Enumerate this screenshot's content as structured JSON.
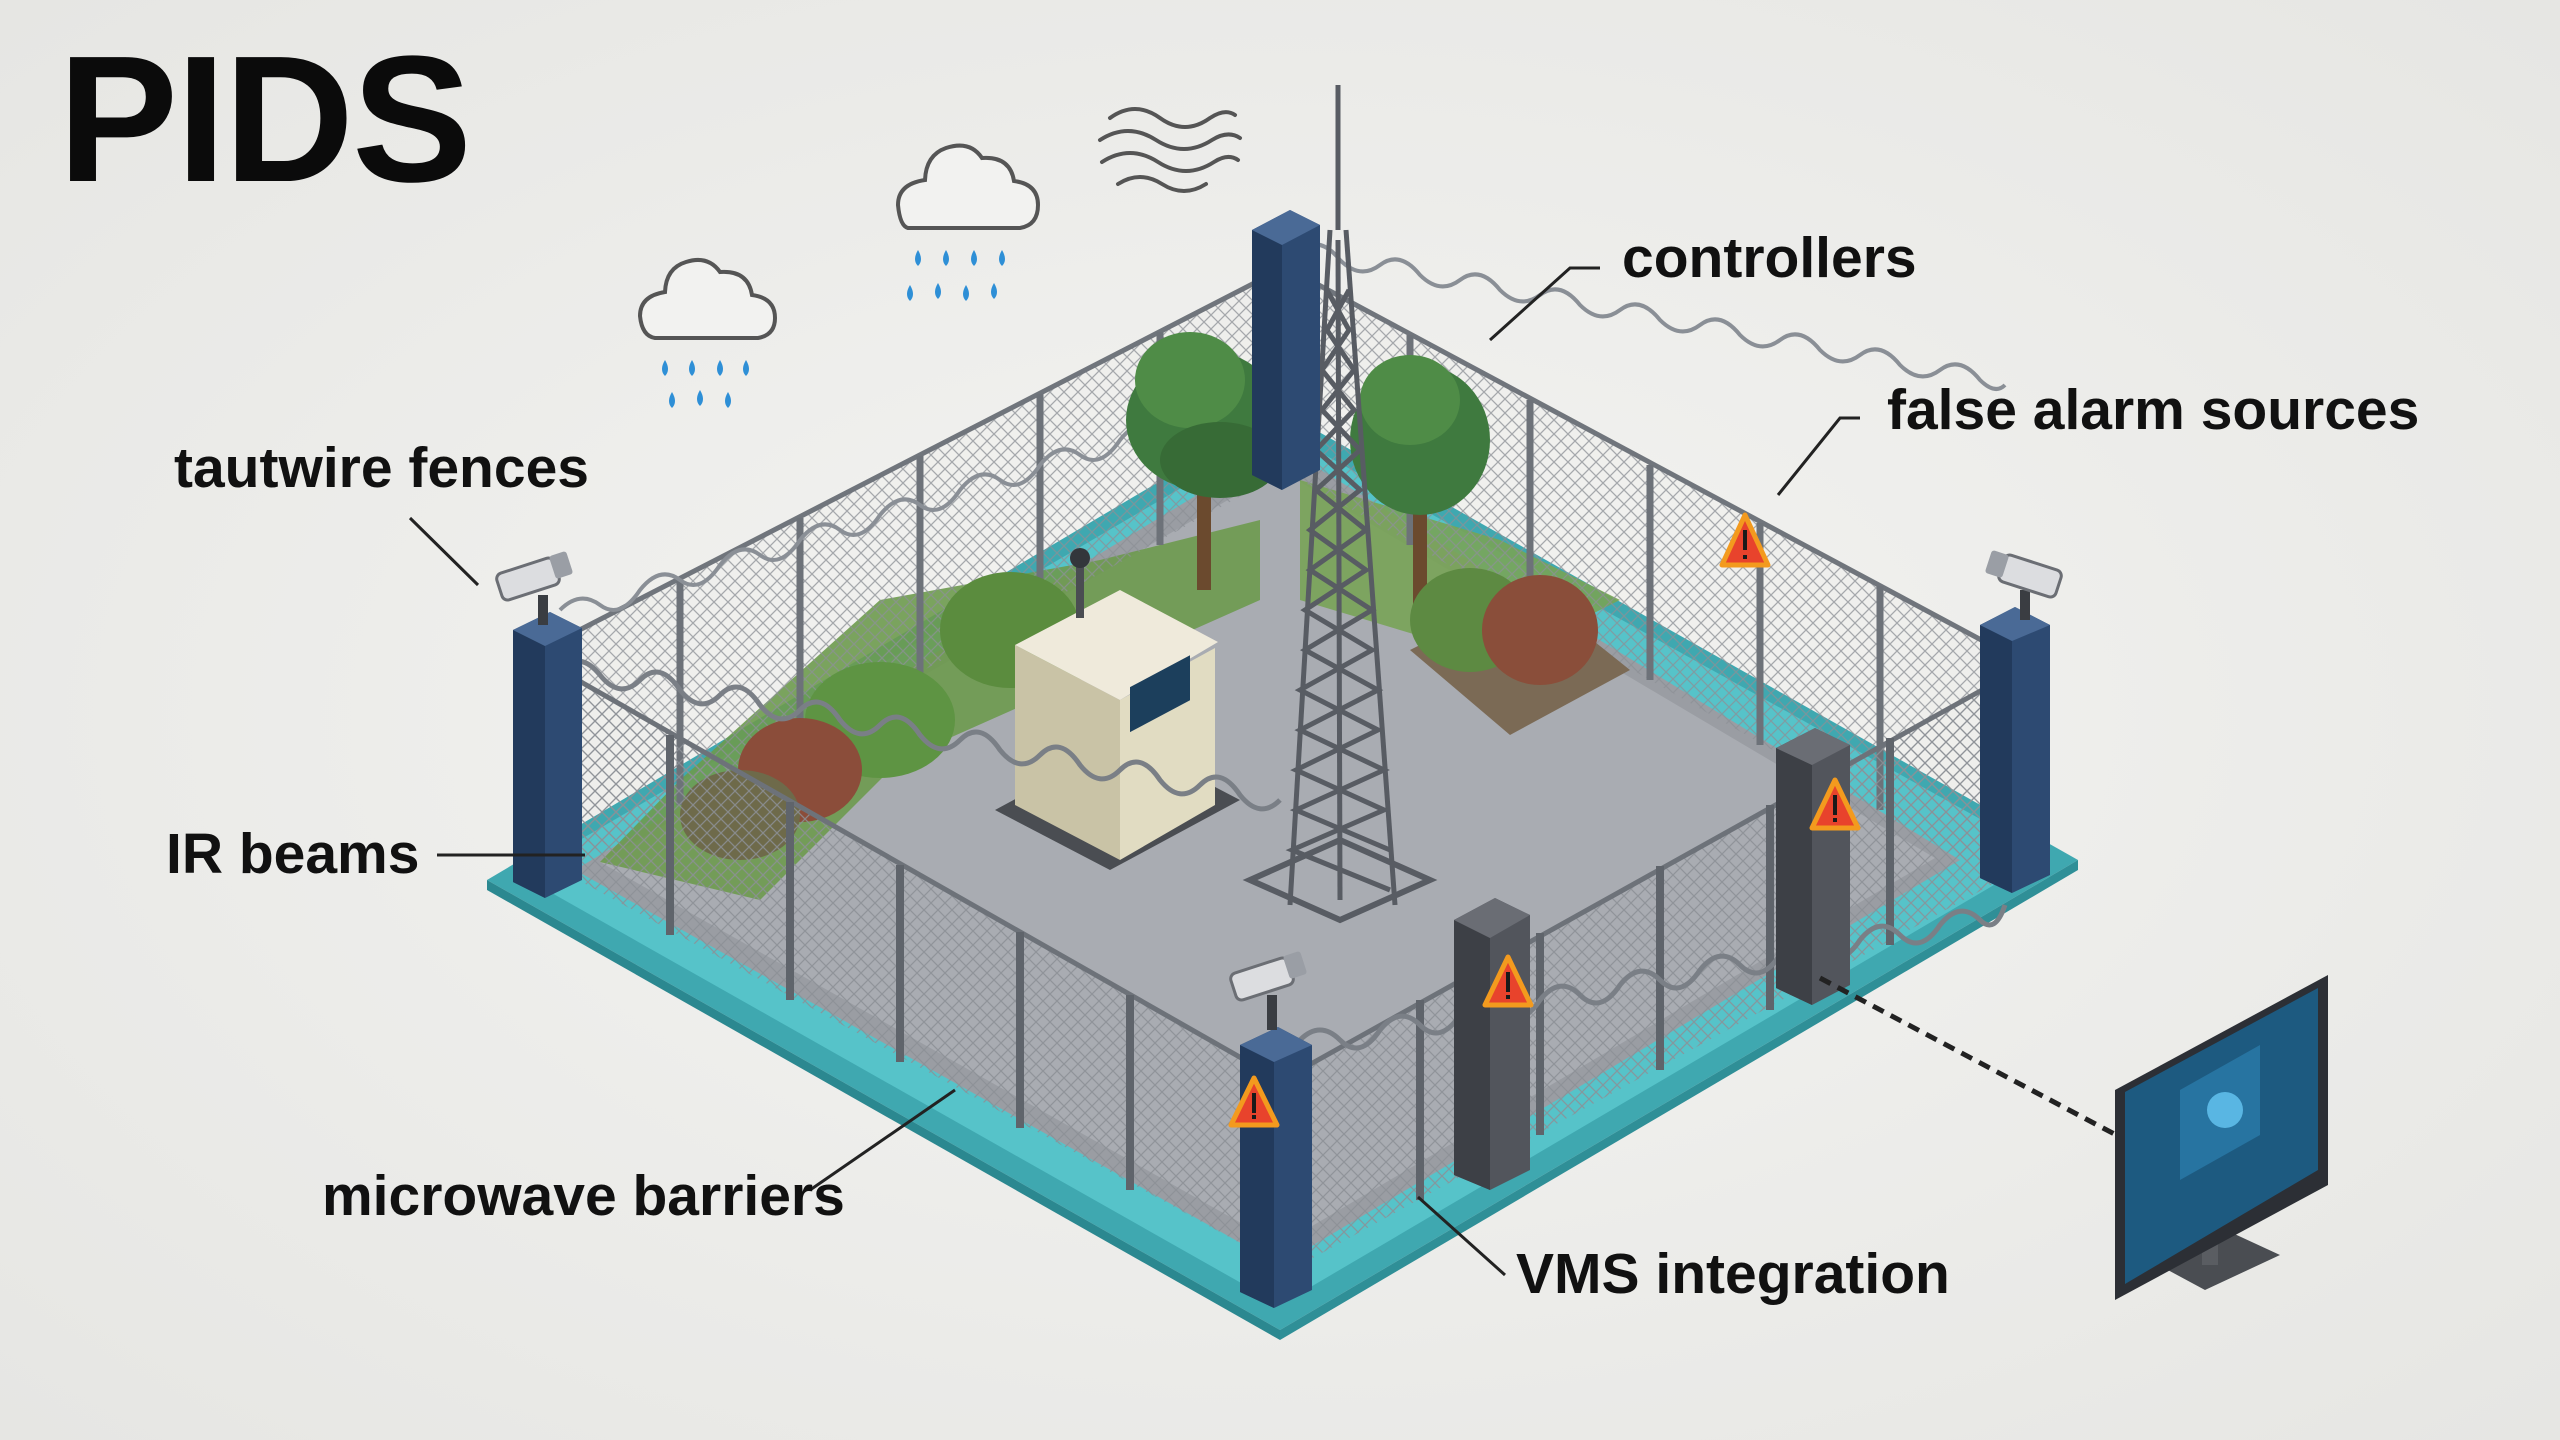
{
  "title": "PIDS",
  "labels": {
    "tautwire": "tautwire fences",
    "ir_beams": "IR beams",
    "microwave": "microwave barriers",
    "controllers": "controllers",
    "false_alarm": "false alarm sources",
    "vms": "VMS integration"
  },
  "colors": {
    "base_teal": "#4fb9c0",
    "post_navy": "#2d4a72",
    "sensor_grey": "#4a4d55",
    "alarm_red": "#e8432c",
    "alarm_orange": "#f39a1e",
    "rain_blue": "#2e8fd6",
    "monitor_screen": "#1d5a80"
  },
  "icons": [
    "rain-cloud-icon",
    "wind-icon",
    "warning-icon",
    "camera-icon"
  ]
}
